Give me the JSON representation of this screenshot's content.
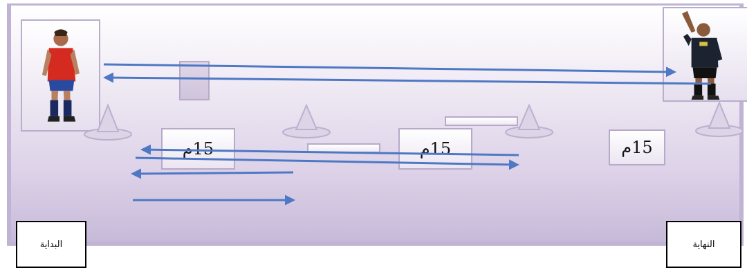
{
  "distance_labels": [
    "15م",
    "15م",
    "15م"
  ],
  "start_label": "البداية",
  "end_label": "النهاية",
  "colors": {
    "arrow": "#4e78c4",
    "field_border": "#c0b3d3",
    "cone": "#bcb0cf"
  },
  "icons": [
    "player-start-icon",
    "referee-icon",
    "cone-icon"
  ]
}
